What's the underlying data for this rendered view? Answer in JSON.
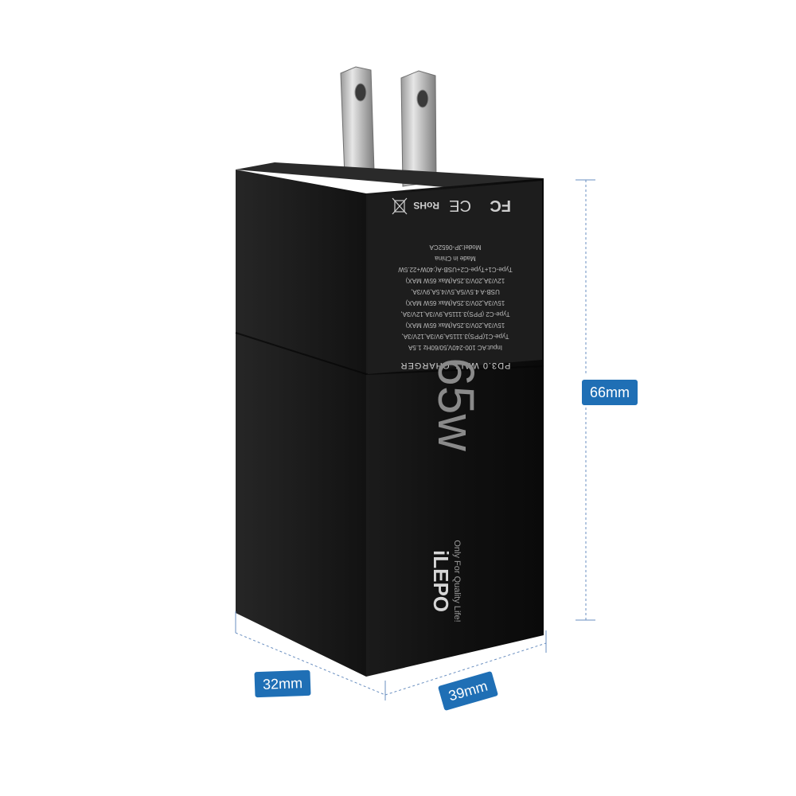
{
  "product": {
    "brand": "iLEPO",
    "slogan": "Only For Quality Life!",
    "power_label": "65w",
    "title_line": "PD3.0 WALL CHARGER",
    "spec_lines": [
      "Input:AC 100-240V,50/60Hz 1.5A",
      "Type-C1(PPS)3.1115A,9V/3A,12V/3A,",
      "15V/3A,20V/3.25A(Max 65W MAX)",
      "Type-C2 (PPS)3.1115A,9V/3A,12V/3A,",
      "15V/3A,20V/3.25A(Max 65W MAX)",
      "USB-A 4.5V/5A,5V/4.5A,9V/3A,",
      "12V/3A,20V/3.25A(Max 65W MAX)",
      "Type-C1+Type-C2+USB-A(:40W+22.5W",
      "Made in China",
      "Model:JP-0652CA"
    ],
    "cert_marks": [
      "FC",
      "CE",
      "RoHS"
    ],
    "colors": {
      "body": "#141414",
      "label_panel": "#1c1c1c",
      "prong": "#c8c8c8",
      "dim_line": "#6a8fc0",
      "badge": "#1f6fb5"
    }
  },
  "dimensions": {
    "height": "66mm",
    "depth": "32mm",
    "width": "39mm"
  },
  "icons": {
    "plug": "plug-prongs-icon",
    "weee": "crossed-bin-icon",
    "ce": "ce-mark-icon",
    "fcc": "fcc-mark-icon"
  }
}
